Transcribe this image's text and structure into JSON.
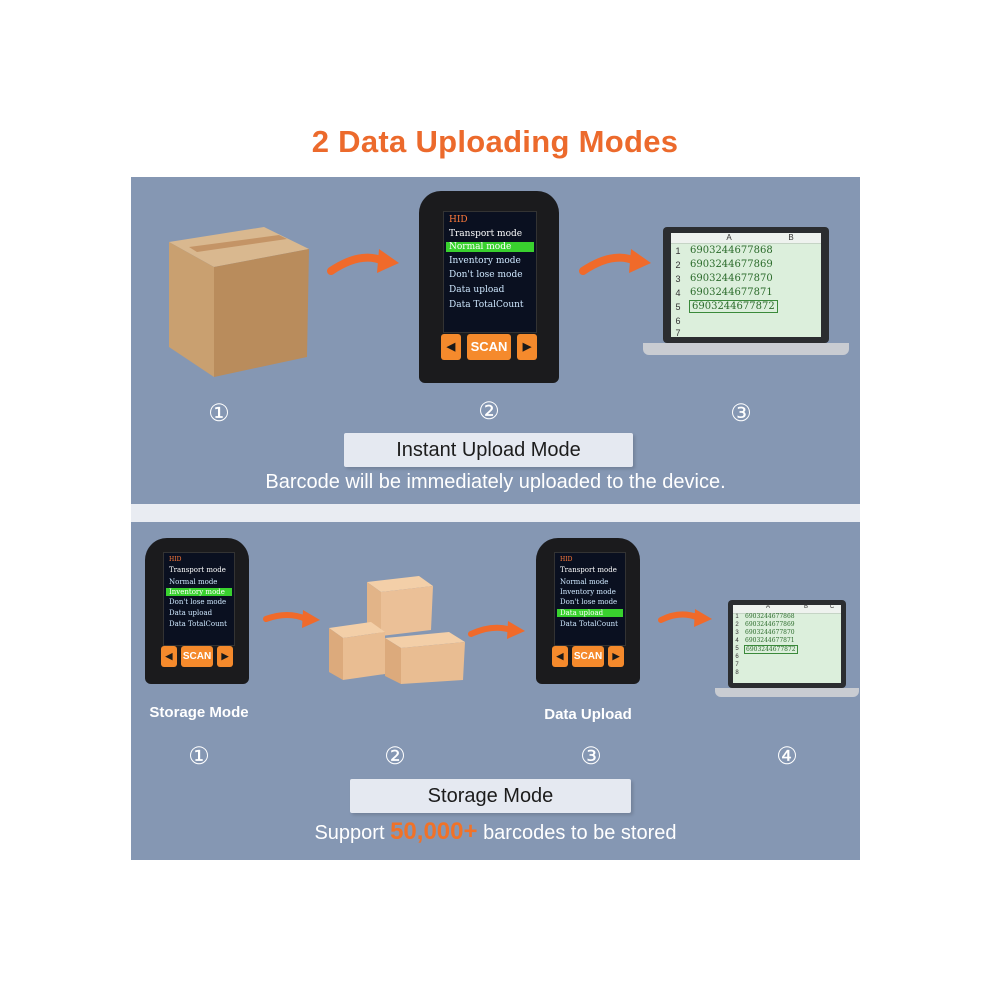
{
  "title": "2 Data Uploading Modes",
  "instant": {
    "steps": [
      "①",
      "②",
      "③"
    ],
    "mode_label": "Instant Upload Mode",
    "caption": "Barcode will be immediately uploaded to the device."
  },
  "storage": {
    "steps": [
      "①",
      "②",
      "③",
      "④"
    ],
    "device1_label": "Storage Mode",
    "device2_label": "Data Upload",
    "mode_label": "Storage Mode",
    "caption_pre": "Support",
    "caption_highlight": "50,000+",
    "caption_post": "barcodes to be stored"
  },
  "scanner": {
    "status": "HID",
    "menu": [
      "Transport mode",
      "Normal mode",
      "Inventory mode",
      "Don't lose mode",
      "Data upload",
      "Data TotalCount"
    ],
    "scan_label": "SCAN",
    "left_arrow": "◀",
    "right_arrow": "▶"
  },
  "sheet": {
    "columns": [
      "A",
      "B",
      "C"
    ],
    "row_numbers": [
      "1",
      "2",
      "3",
      "4",
      "5",
      "6",
      "7"
    ],
    "values": [
      "6903244677868",
      "6903244677869",
      "6903244677870",
      "6903244677871",
      "6903244677872"
    ],
    "small_row_numbers": [
      "1",
      "2",
      "3",
      "4",
      "5",
      "6",
      "7",
      "8"
    ]
  },
  "colors": {
    "accent": "#ec6a2c",
    "panel": "#8597b3",
    "selected_menu": "#39d12e"
  }
}
